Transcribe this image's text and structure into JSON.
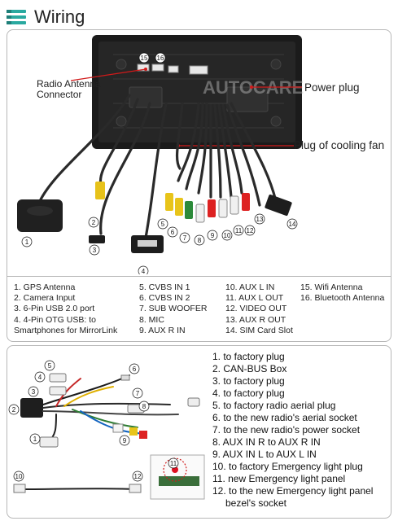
{
  "header": {
    "title": "Wiring"
  },
  "callouts": {
    "radio_antenna": [
      "Radio Antenna",
      "Connector"
    ],
    "power_plug": "Power plug",
    "cooling_fan": "Plug of cooling fan",
    "watermark": "AUTOCARE"
  },
  "legend": {
    "col1": [
      "1. GPS Antenna",
      "2. Camera Input",
      "3. 6-Pin USB 2.0 port",
      "4. 4-Pin OTG USB: to",
      "Smartphones for MirrorLink"
    ],
    "col2": [
      "5. CVBS IN 1",
      "6. CVBS IN 2",
      "7. SUB WOOFER",
      "8. MIC",
      "9. AUX R IN"
    ],
    "col3": [
      "10. AUX L IN",
      "11. AUX L OUT",
      "12. VIDEO OUT",
      "13. AUX R OUT",
      "14. SIM Card Slot"
    ],
    "col4": [
      "15. Wifi Antenna",
      "16. Bluetooth Antenna"
    ]
  },
  "figure_numbers": [
    "1",
    "2",
    "3",
    "4",
    "5",
    "6",
    "7",
    "8",
    "9",
    "10",
    "11",
    "12",
    "13",
    "14",
    "15",
    "16"
  ],
  "harness_list": [
    "1. to factory plug",
    "2. CAN-BUS Box",
    "3. to factory plug",
    "4. to factory plug",
    "5. to factory radio aerial plug",
    "6. to the new radio's aerial socket",
    "7. to the new radio's power socket",
    "8. AUX IN R to AUX R IN",
    "9. AUX IN L to AUX L IN",
    "10. to factory Emergency light plug",
    "11. new Emergency light panel",
    "12. to the new Emergency light panel",
    "bezel's socket"
  ],
  "harness_numbers": [
    "1",
    "2",
    "3",
    "4",
    "5",
    "6",
    "7",
    "8",
    "9",
    "10",
    "11",
    "12"
  ],
  "colors": {
    "accent": "#2aa9a0",
    "callout_red": "#d11a1a",
    "panel_border": "#b8b8b8"
  }
}
